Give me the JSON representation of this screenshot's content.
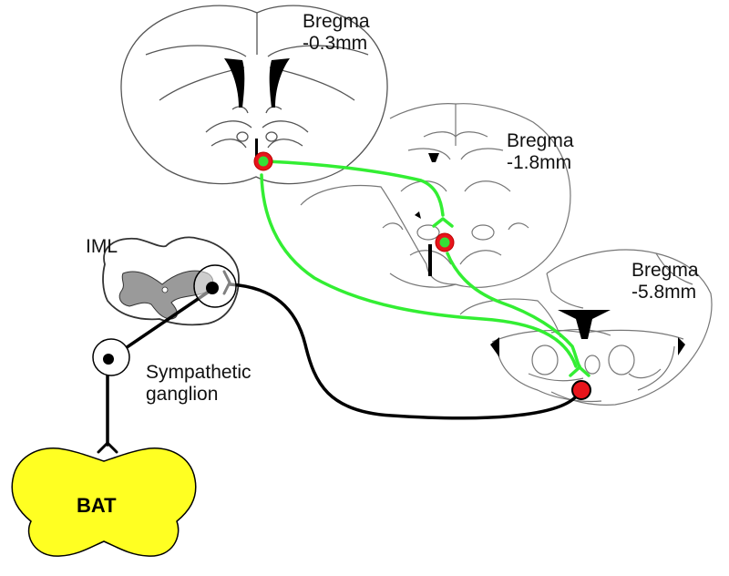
{
  "labels": {
    "bregma1_line1": "Bregma",
    "bregma1_line2": "-0.3mm",
    "bregma2_line1": "Bregma",
    "bregma2_line2": "-1.8mm",
    "bregma3_line1": "Bregma",
    "bregma3_line2": "-5.8mm",
    "iml": "IML",
    "ganglion_line1": "Sympathetic",
    "ganglion_line2": "ganglion",
    "bat": "BAT"
  },
  "colors": {
    "green_pathway": "#33ee33",
    "neuron_red": "#e8141b",
    "neuron_green": "#35e035",
    "bat_fill": "#ffff22",
    "outline": "#555555",
    "grey_matter": "#9a9a9a",
    "black_pathway": "#000000"
  }
}
